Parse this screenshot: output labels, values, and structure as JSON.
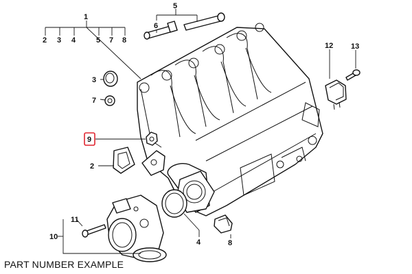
{
  "caption": "PART NUMBER EXAMPLE",
  "highlight_color": "#e0242f",
  "callouts": {
    "c1": "1",
    "c2a": "2",
    "c2b": "2",
    "c3a": "3",
    "c3b": "3",
    "c4a": "4",
    "c4b": "4",
    "c5a": "5",
    "c5b": "5",
    "c6": "6",
    "c7a": "7",
    "c7b": "7",
    "c8a": "8",
    "c8b": "8",
    "c9": "9",
    "c10": "10",
    "c11": "11",
    "c12": "12",
    "c13": "13"
  }
}
